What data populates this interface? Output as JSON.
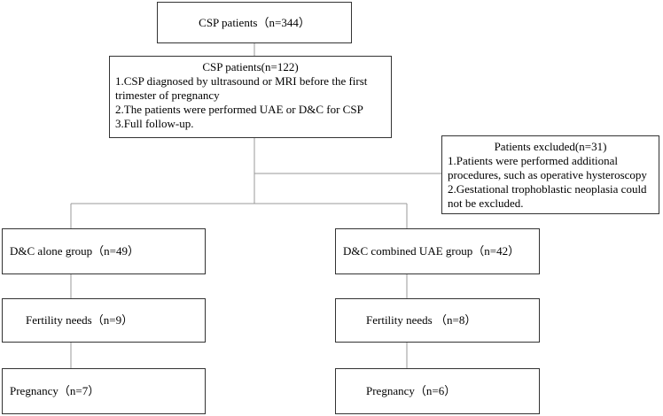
{
  "nodes": {
    "total": {
      "text": "CSP patients（n=344）"
    },
    "included": {
      "title": "CSP patients(n=122)",
      "criteria": [
        "1.CSP diagnosed by ultrasound or MRI before the first trimester of pregnancy",
        "2.The patients were performed UAE or D&C for CSP",
        "3.Full follow-up."
      ]
    },
    "excluded": {
      "title": "Patients excluded(n=31)",
      "criteria": [
        "1.Patients were performed additional procedures, such as operative hysteroscopy",
        "2.Gestational trophoblastic neoplasia could not be excluded."
      ]
    },
    "dc_alone": {
      "text": "D&C alone group（n=49）"
    },
    "dc_uae": {
      "text": "D&C combined UAE group（n=42）"
    },
    "fertility_left": {
      "text": "Fertility needs（n=9）"
    },
    "fertility_right": {
      "text": "Fertility needs （n=8）"
    },
    "pregnancy_left": {
      "text": "Pregnancy（n=7）"
    },
    "pregnancy_right": {
      "text": "Pregnancy（n=6）"
    }
  }
}
